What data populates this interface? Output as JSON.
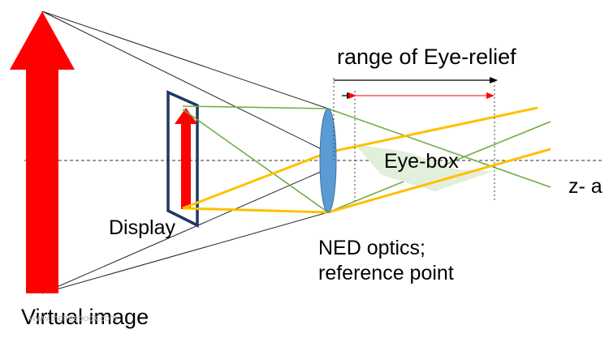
{
  "labels": {
    "range_eye_relief": "range of Eye-relief",
    "eye_box": "Eye-box",
    "z_axis": "z- a",
    "display": "Display",
    "ned_optics_line1": "NED optics;",
    "ned_optics_line2": "reference point",
    "virtual_image": "Virtual image"
  },
  "watermark": "www.thefreebook.com",
  "colors": {
    "virtual_image_arrow": "#ff0000",
    "display_arrow": "#ff0000",
    "display_frame": "#1f3864",
    "lens": "#5b9bd5",
    "green_rays": "#70ad47",
    "yellow_rays": "#ffc000",
    "eye_box_fill": "#e2efda",
    "thin_lines": "#000000",
    "dimension_arrow_red": "#ff0000"
  }
}
